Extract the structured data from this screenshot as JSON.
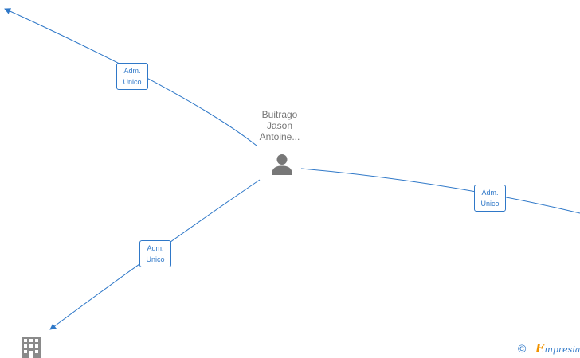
{
  "colors": {
    "edge": "#2f78c8",
    "node_icon": "#777777",
    "brand_accent": "#f29400"
  },
  "person": {
    "name_lines": [
      "Buitrago",
      "Jason",
      "Antoine..."
    ],
    "icon": "person-icon"
  },
  "company": {
    "icon": "building-icon"
  },
  "edges": [
    {
      "id": "top-left",
      "label_lines": [
        "Adm.",
        "Unico"
      ]
    },
    {
      "id": "bottom-left",
      "label_lines": [
        "Adm.",
        "Unico"
      ]
    },
    {
      "id": "right",
      "label_lines": [
        "Adm.",
        "Unico"
      ]
    }
  ],
  "footer": {
    "copyright_symbol": "©",
    "brand_initial": "E",
    "brand_rest": "mpresia"
  }
}
